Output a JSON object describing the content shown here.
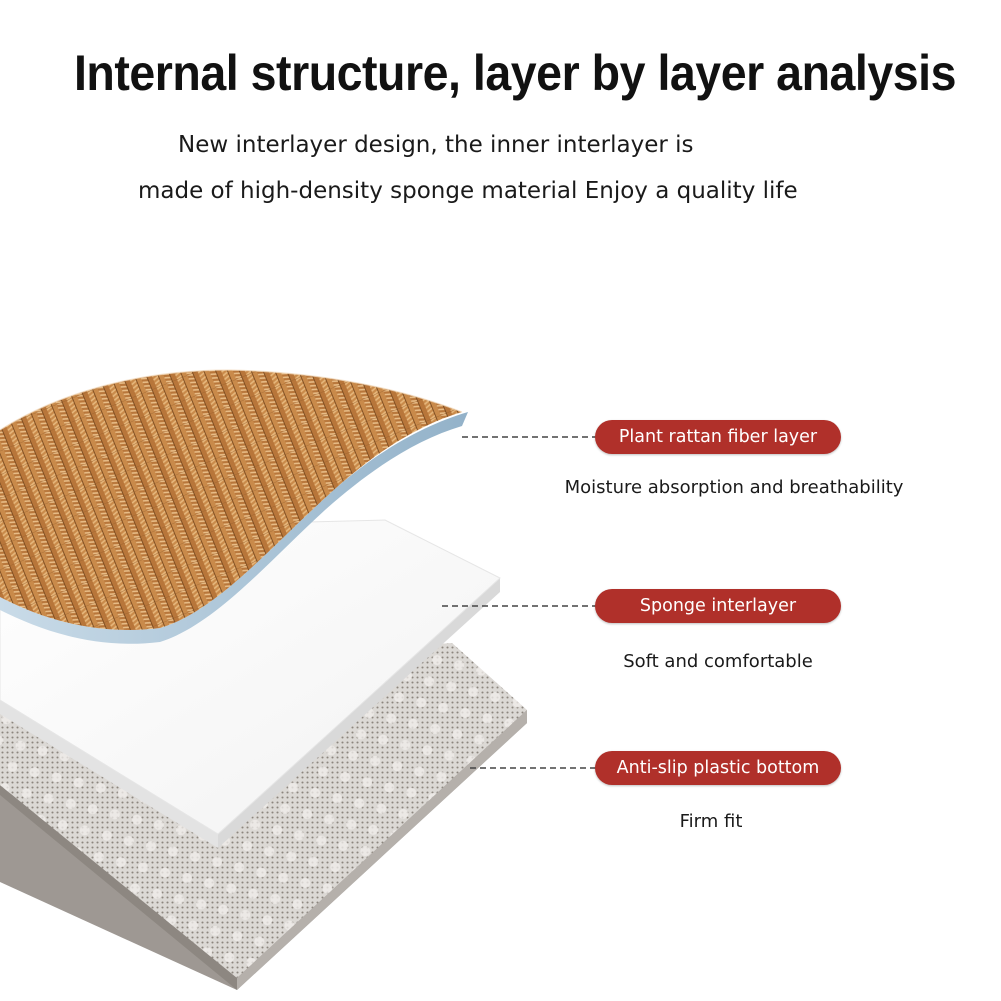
{
  "headline": "Internal structure, layer by layer analysis",
  "subtitle": {
    "line1": "New interlayer design, the inner interlayer is",
    "line2": "made of high-density sponge material Enjoy a quality life"
  },
  "colors": {
    "label_pill": "#b0302a",
    "rattan_base": "#b8763a",
    "rattan_light": "#e6b77c",
    "rattan_dark": "#7a4a1f",
    "sponge": "#f7f7f7",
    "bottom_base": "#d6d3cf",
    "bottom_dot": "#7e7872",
    "edge_blue": "#a9c4d8"
  },
  "layers": [
    {
      "label": "Plant rattan fiber layer",
      "description": "Moisture absorption and breathability"
    },
    {
      "label": "Sponge interlayer",
      "description": "Soft and comfortable"
    },
    {
      "label": "Anti-slip plastic bottom",
      "description": "Firm fit"
    }
  ]
}
